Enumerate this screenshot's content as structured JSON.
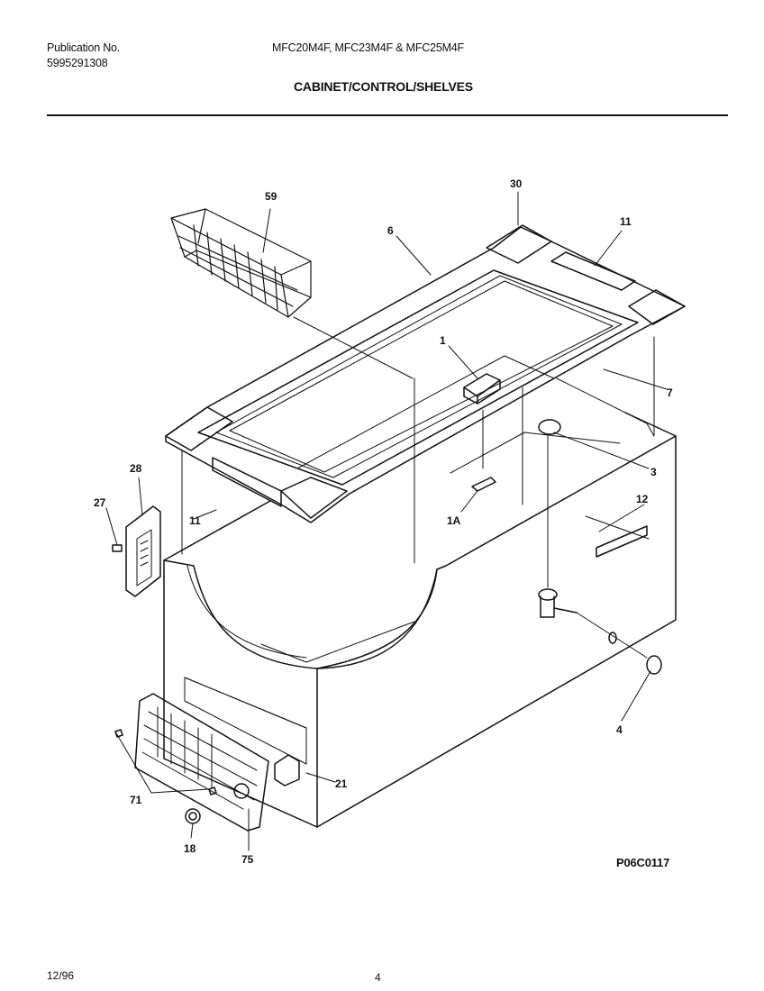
{
  "header": {
    "publication_label": "Publication No.",
    "publication_number": "5995291308",
    "models": "MFC20M4F, MFC23M4F & MFC25M4F",
    "section_title": "CABINET/CONTROL/SHELVES"
  },
  "diagram": {
    "callouts": {
      "c59": "59",
      "c6": "6",
      "c30": "30",
      "c11a": "11",
      "c1": "1",
      "c7": "7",
      "c3": "3",
      "c12": "12",
      "c28": "28",
      "c27": "27",
      "c11b": "11",
      "c1a": "1A",
      "c4": "4",
      "c21": "21",
      "c71": "71",
      "c18": "18",
      "c75": "75"
    },
    "figure_code": "P06C0117"
  },
  "footer": {
    "date": "12/96",
    "page_number": "4"
  }
}
